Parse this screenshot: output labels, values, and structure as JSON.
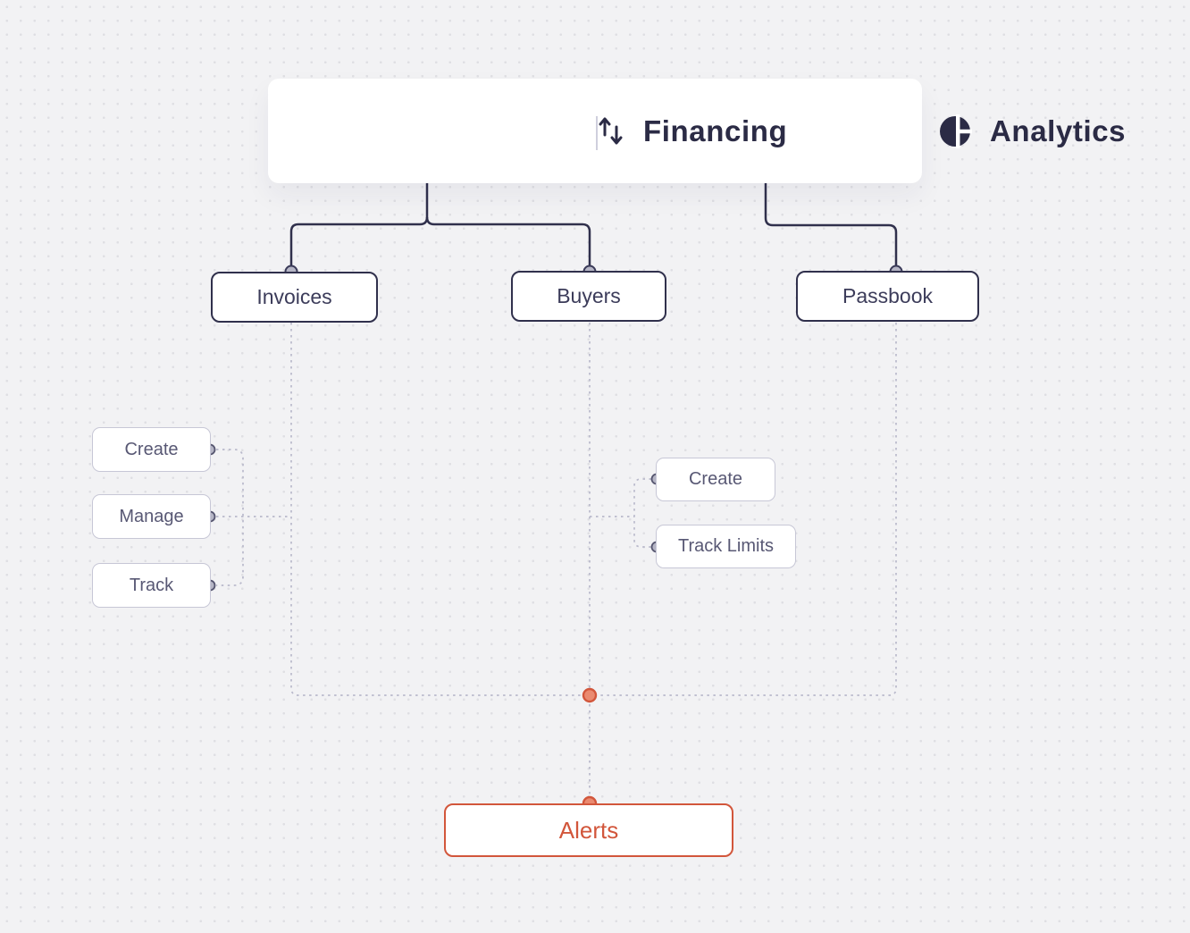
{
  "header": {
    "items": [
      {
        "label": "Financing",
        "icon": "transfer-arrows-icon"
      },
      {
        "label": "Analytics",
        "icon": "pie-chart-icon"
      }
    ]
  },
  "tree": {
    "invoices": {
      "label": "Invoices",
      "children": [
        {
          "label": "Create"
        },
        {
          "label": "Manage"
        },
        {
          "label": "Track"
        }
      ]
    },
    "buyers": {
      "label": "Buyers",
      "children": [
        {
          "label": "Create"
        },
        {
          "label": "Track Limits"
        }
      ]
    },
    "passbook": {
      "label": "Passbook",
      "children": []
    },
    "alerts": {
      "label": "Alerts"
    }
  },
  "colors": {
    "background": "#f2f2f4",
    "grid_dot": "#dfdfe3",
    "card_bg": "#ffffff",
    "primary_navy": "#30304c",
    "box_text": "#3c3c5a",
    "sub_border": "#c7c7d6",
    "sub_text": "#585874",
    "connector_dashed": "#b9b9cb",
    "node_fill": "#b5b5c5",
    "alert_orange": "#d2563b",
    "alert_dot_fill": "#ea8a70"
  }
}
